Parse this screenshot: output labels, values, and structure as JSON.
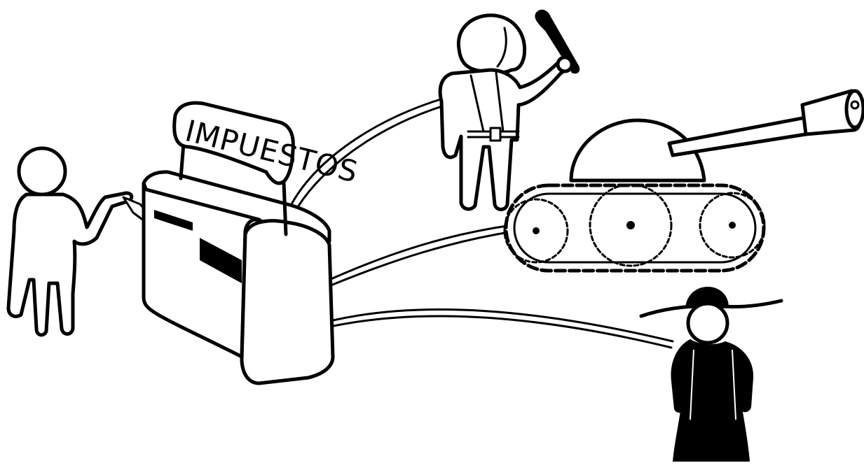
{
  "sign": {
    "text": "IMPUESTOS"
  },
  "colors": {
    "ink": "#000000",
    "paper": "#ffffff"
  },
  "figures": [
    "citizen-figure",
    "tax-machine",
    "police-figure",
    "tank",
    "priest-figure"
  ]
}
